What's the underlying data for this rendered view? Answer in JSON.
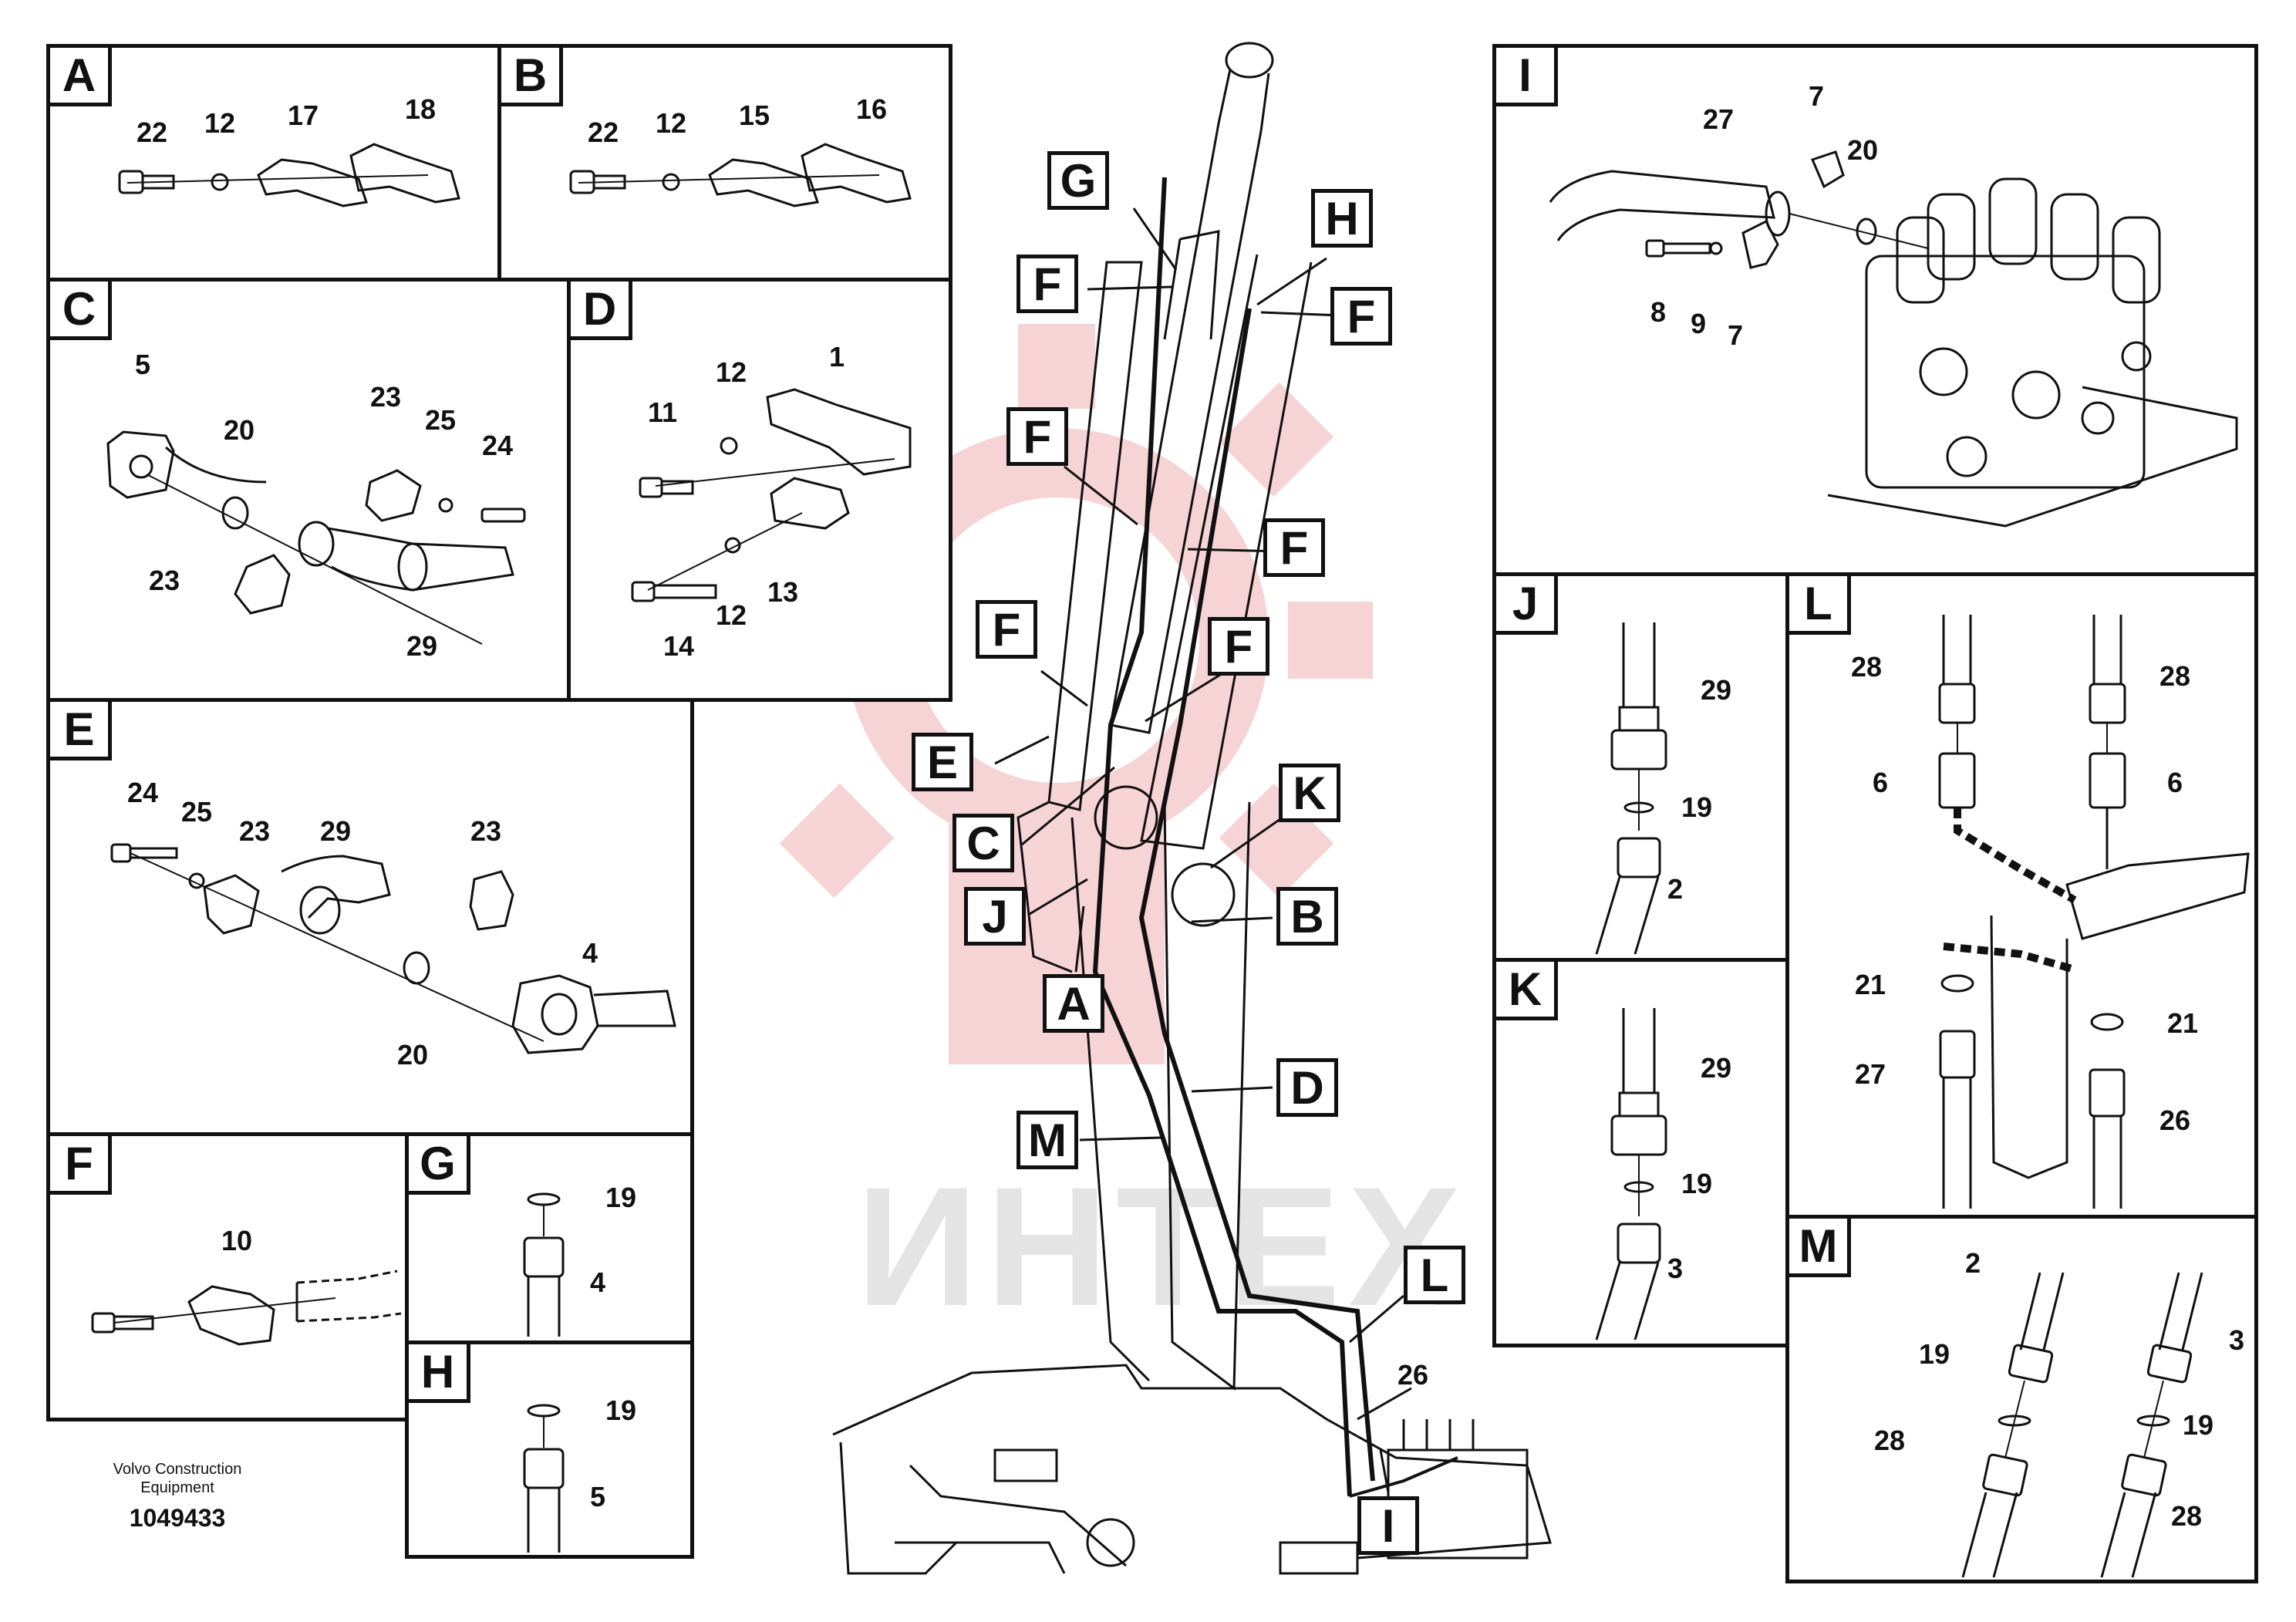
{
  "panels": {
    "A": {
      "label": "A",
      "parts": [
        "22",
        "12",
        "17",
        "18"
      ]
    },
    "B": {
      "label": "B",
      "parts": [
        "22",
        "12",
        "15",
        "16"
      ]
    },
    "C": {
      "label": "C",
      "parts": [
        "5",
        "20",
        "23",
        "25",
        "24",
        "23",
        "29"
      ]
    },
    "D": {
      "label": "D",
      "parts": [
        "1",
        "12",
        "11",
        "13",
        "12",
        "14"
      ]
    },
    "E": {
      "label": "E",
      "parts": [
        "24",
        "25",
        "23",
        "29",
        "23",
        "4",
        "20"
      ]
    },
    "F": {
      "label": "F",
      "parts": [
        "10"
      ]
    },
    "G": {
      "label": "G",
      "parts": [
        "19",
        "4"
      ]
    },
    "H": {
      "label": "H",
      "parts": [
        "19",
        "5"
      ]
    },
    "I": {
      "label": "I",
      "parts": [
        "27",
        "7",
        "20",
        "8",
        "9",
        "7"
      ]
    },
    "J": {
      "label": "J",
      "parts": [
        "29",
        "19",
        "2"
      ]
    },
    "K": {
      "label": "K",
      "parts": [
        "29",
        "19",
        "3"
      ]
    },
    "L": {
      "label": "L",
      "parts": [
        "28",
        "28",
        "6",
        "6",
        "21",
        "21",
        "27",
        "26"
      ]
    },
    "M": {
      "label": "M",
      "parts": [
        "2",
        "3",
        "19",
        "19",
        "28",
        "28"
      ]
    }
  },
  "main_callouts": {
    "G": "G",
    "H": "H",
    "F1": "F",
    "F2": "F",
    "F3": "F",
    "F4": "F",
    "F5": "F",
    "F6": "F",
    "E": "E",
    "C": "C",
    "J": "J",
    "A": "A",
    "K": "K",
    "B": "B",
    "D": "D",
    "M": "M",
    "L": "L",
    "I": "I",
    "part26": "26"
  },
  "watermark": "ИНТЕХ",
  "footer": {
    "company": "Volvo Construction",
    "company2": "Equipment",
    "doc_number": "1049433"
  },
  "colors": {
    "ink": "#111111",
    "watermark": "#f3c9cb"
  }
}
